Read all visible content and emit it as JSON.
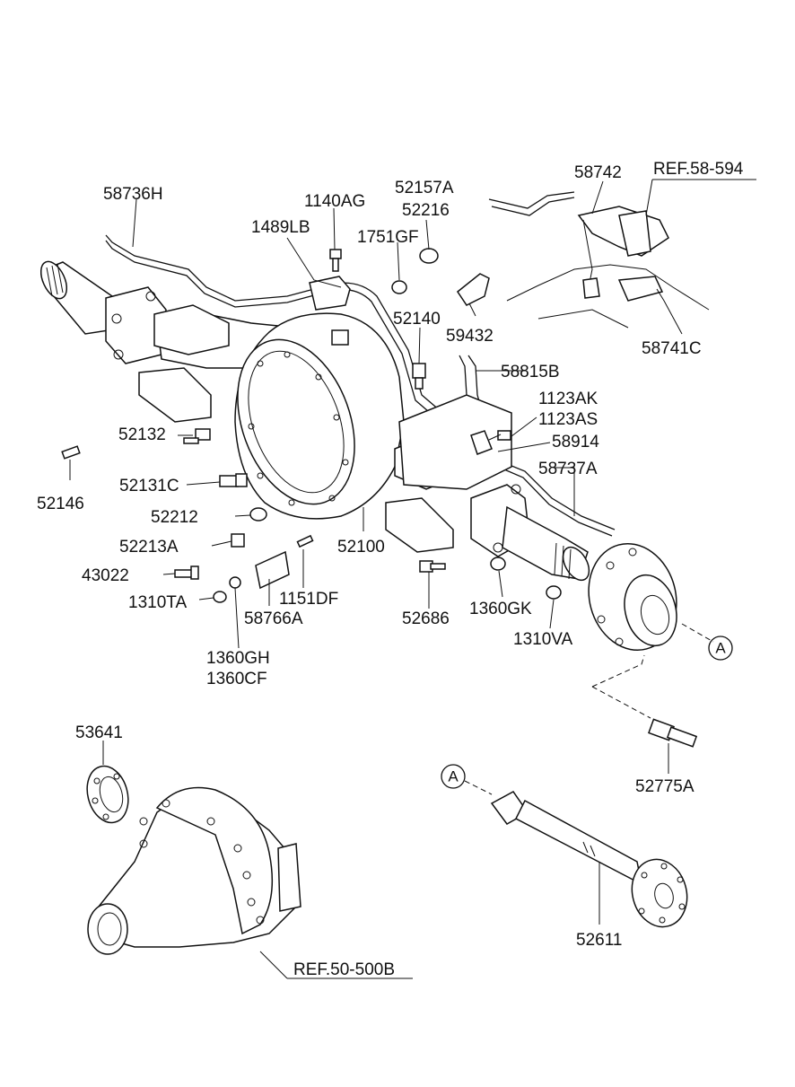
{
  "labels": {
    "l58736H": "58736H",
    "l1140AG": "1140AG",
    "l52157A": "52157A",
    "l52216": "52216",
    "l58742": "58742",
    "lref58594": "REF.58-594",
    "l1489LB": "1489LB",
    "l1751GF": "1751GF",
    "l52140": "52140",
    "l59432": "59432",
    "l58741C": "58741C",
    "l58815B": "58815B",
    "l1123AK": "1123AK",
    "l1123AS": "1123AS",
    "l58914": "58914",
    "l52132": "52132",
    "l58737A": "58737A",
    "l52146": "52146",
    "l52131C": "52131C",
    "l52212": "52212",
    "l52213A": "52213A",
    "l52100": "52100",
    "l43022": "43022",
    "l1151DF": "1151DF",
    "l1310TA": "1310TA",
    "l58766A": "58766A",
    "l52686": "52686",
    "l1360GK": "1360GK",
    "l1310VA": "1310VA",
    "l1360GH": "1360GH",
    "l1360CF": "1360CF",
    "l53641": "53641",
    "l52775A": "52775A",
    "l52611": "52611",
    "lref50500B": "REF.50-500B",
    "refA1": "A",
    "refA2": "A"
  }
}
